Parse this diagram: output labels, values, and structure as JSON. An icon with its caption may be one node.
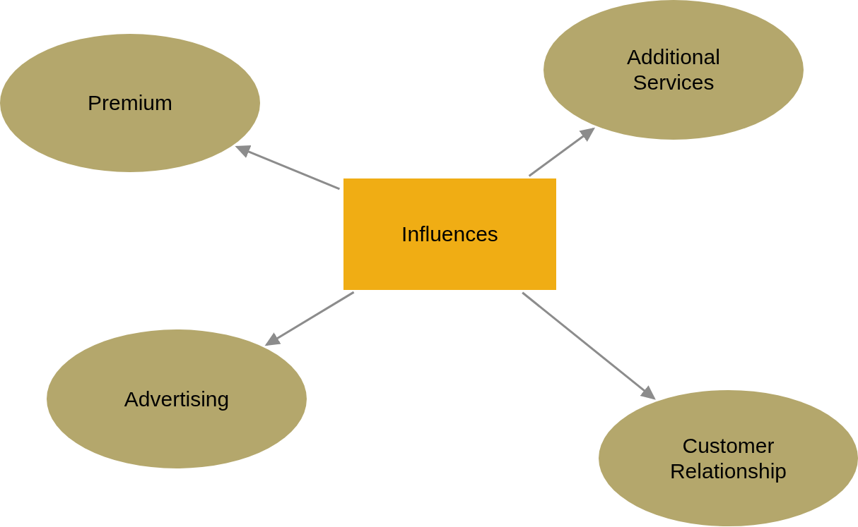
{
  "diagram": {
    "nodes": [
      {
        "text": [
          "Influences"
        ]
      },
      {
        "text": [
          "Premium"
        ]
      },
      {
        "text": [
          "Additional Services"
        ]
      },
      {
        "text": [
          "Advertising"
        ]
      },
      {
        "text": [
          "Customer Relationship"
        ]
      }
    ],
    "edges": [
      {
        "from": 0,
        "to": 1,
        "arrow": "to"
      },
      {
        "from": 0,
        "to": 2,
        "arrow": "to"
      },
      {
        "from": 0,
        "to": 3,
        "arrow": "to"
      },
      {
        "from": 0,
        "to": 4,
        "arrow": "to"
      }
    ]
  }
}
